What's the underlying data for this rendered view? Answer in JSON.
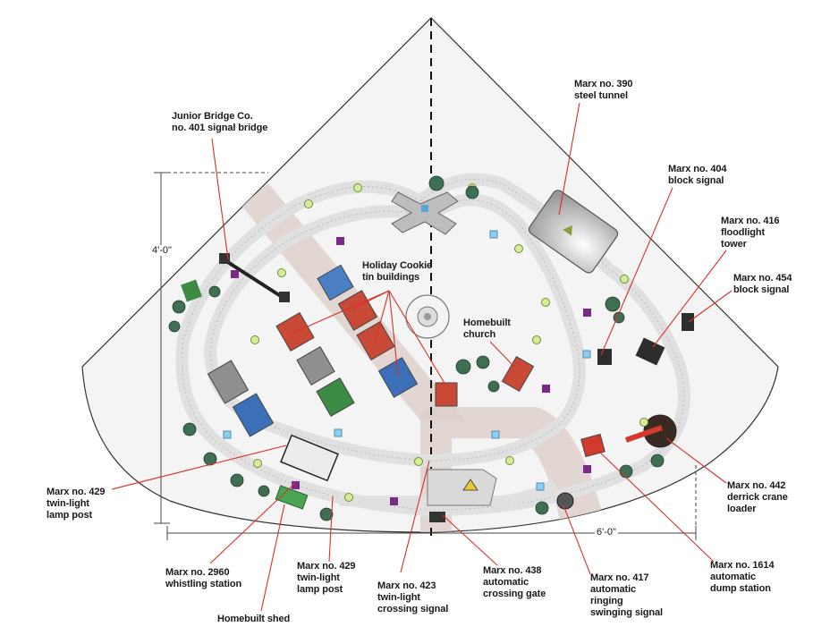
{
  "layout": {
    "dimensions": {
      "depth": "4'-0\"",
      "width": "6'-0\""
    },
    "callouts": [
      {
        "id": "signal-bridge",
        "text": "Junior Bridge Co.\nno. 401 signal bridge"
      },
      {
        "id": "steel-tunnel",
        "text": "Marx no. 390\nsteel tunnel"
      },
      {
        "id": "block-signal-404",
        "text": "Marx no. 404\nblock signal"
      },
      {
        "id": "floodlight-tower",
        "text": "Marx no. 416\nfloodlight\ntower"
      },
      {
        "id": "block-signal-454",
        "text": "Marx no. 454\nblock signal"
      },
      {
        "id": "tin-buildings",
        "text": "Holiday Cookie\ntin buildings"
      },
      {
        "id": "church",
        "text": "Homebuilt\nchurch"
      },
      {
        "id": "lamp-post-left",
        "text": "Marx no. 429\ntwin-light\nlamp post"
      },
      {
        "id": "whistling-station",
        "text": "Marx no. 2960\nwhistling station"
      },
      {
        "id": "lamp-post-center",
        "text": "Marx no. 429\ntwin-light\nlamp post"
      },
      {
        "id": "shed",
        "text": "Homebuilt shed"
      },
      {
        "id": "crossing-signal",
        "text": "Marx no. 423\ntwin-light\ncrossing signal"
      },
      {
        "id": "crossing-gate",
        "text": "Marx no. 438\nautomatic\ncrossing gate"
      },
      {
        "id": "swinging-signal",
        "text": "Marx no. 417\nautomatic\nringing\nswinging signal"
      },
      {
        "id": "dump-station",
        "text": "Marx no. 1614\nautomatic\ndump station"
      },
      {
        "id": "crane-loader",
        "text": "Marx no. 442\nderrick crane\nloader"
      }
    ]
  },
  "colors": {
    "leader": "#d8312a",
    "table": "#f3f3f3",
    "track": "#e2e2e2",
    "roadway": "#d9cdc7",
    "tin_building": "#c84a36",
    "tin_building_gray": "#8f8f8f",
    "tin_building_blue": "#3b6fb8",
    "tin_building_green": "#3c8a44",
    "signal_purple": "#7a2a86",
    "lamp_green": "#8fc43d",
    "crossing_blue": "#7cc4e8",
    "tree": "#3f6f52"
  }
}
